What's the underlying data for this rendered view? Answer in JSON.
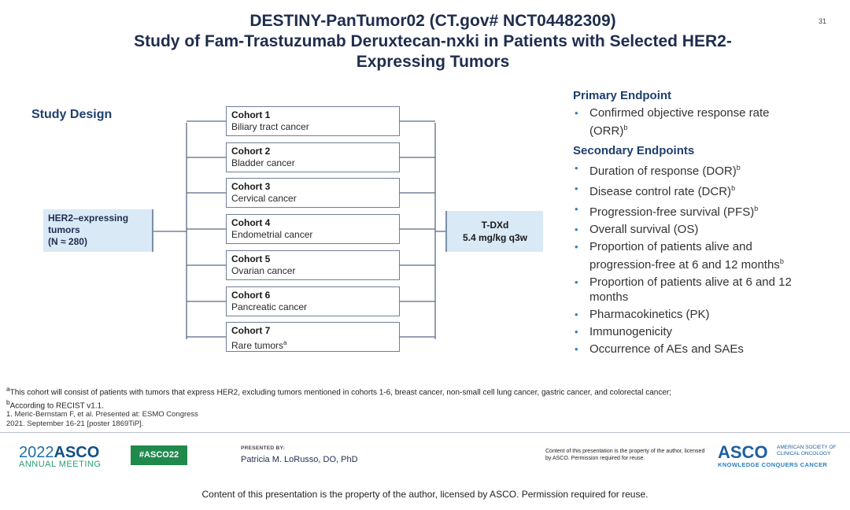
{
  "slide_number": "31",
  "title": {
    "line1": "DESTINY-PanTumor02 (CT.gov# NCT04482309)",
    "line2": "Study of Fam-Trastuzumab Deruxtecan-nxki in Patients with Selected HER2-",
    "line3": "Expressing Tumors"
  },
  "study_design": {
    "label": "Study Design",
    "population": {
      "line1": "HER2–expressing",
      "line2": "tumors",
      "line3": "(N ≈ 280)"
    },
    "treatment": {
      "line1": "T-DXd",
      "line2": "5.4 mg/kg q3w"
    },
    "cohorts": [
      {
        "name": "Cohort 1",
        "desc": "Biliary tract cancer"
      },
      {
        "name": "Cohort 2",
        "desc": "Bladder cancer"
      },
      {
        "name": "Cohort 3",
        "desc": "Cervical cancer"
      },
      {
        "name": "Cohort 4",
        "desc": "Endometrial cancer"
      },
      {
        "name": "Cohort 5",
        "desc": "Ovarian cancer"
      },
      {
        "name": "Cohort 6",
        "desc": "Pancreatic cancer"
      },
      {
        "name": "Cohort 7",
        "desc": "Rare tumors",
        "sup": "a"
      }
    ]
  },
  "endpoints": {
    "primary_heading": "Primary Endpoint",
    "primary": [
      {
        "text": "Confirmed objective response rate (ORR)",
        "sup": "b"
      }
    ],
    "secondary_heading": "Secondary Endpoints",
    "secondary": [
      {
        "text": "Duration of response (DOR)",
        "sup": "b"
      },
      {
        "text": "Disease control rate (DCR)",
        "sup": "b"
      },
      {
        "text": "Progression-free survival (PFS)",
        "sup": "b"
      },
      {
        "text": "Overall survival (OS)",
        "sup": ""
      },
      {
        "text": "Proportion of patients alive and progression-free at 6 and 12 months",
        "sup": "b"
      },
      {
        "text": "Proportion of patients alive at 6 and 12 months",
        "sup": ""
      },
      {
        "text": "Pharmacokinetics (PK)",
        "sup": ""
      },
      {
        "text": "Immunogenicity",
        "sup": ""
      },
      {
        "text": "Occurrence of AEs and SAEs",
        "sup": ""
      }
    ]
  },
  "footnotes": {
    "a_mark": "a",
    "a_text": "This cohort will consist of patients with tumors that express HER2, excluding tumors mentioned in cohorts 1-6, breast cancer, non-small cell lung cancer, gastric cancer, and colorectal cancer;",
    "b_mark": "b",
    "b_text": "According to RECIST v1.1."
  },
  "reference": "1. Meric-Bernstam F, et al. Presented at: ESMO Congress 2021. September 16-21 [poster 1869TiP].",
  "footer": {
    "meeting_year": "2022",
    "meeting_brand": "ASCO",
    "meeting_sub": "ANNUAL MEETING",
    "hashtag": "#ASCO22",
    "presented_by_label": "PRESENTED BY:",
    "presenter": "Patricia M. LoRusso, DO, PhD",
    "copyright_small": "Content of this presentation is the property of the author, licensed by ASCO. Permission required for reuse.",
    "asco_logo": "ASCO",
    "asco_org": "AMERICAN SOCIETY OF CLINICAL ONCOLOGY",
    "asco_tagline": "KNOWLEDGE CONQUERS CANCER",
    "accent_color": "#1e5fa0",
    "hashtag_color": "#1f8a4c"
  },
  "bottom_copyright": "Content of this presentation is the property of the author, licensed by ASCO. Permission required for reuse."
}
